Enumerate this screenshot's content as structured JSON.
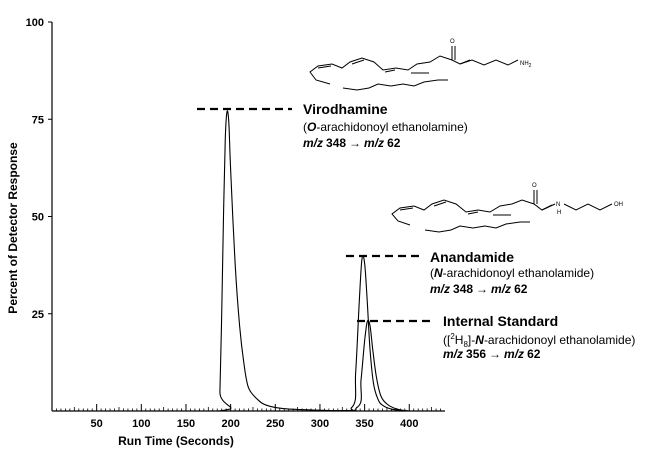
{
  "chart_data": {
    "type": "line",
    "xlabel": "Run Time (Seconds)",
    "ylabel": "Percent of Detector Response",
    "xlim": [
      0,
      440
    ],
    "ylim": [
      0,
      100
    ],
    "x_ticks": [
      50,
      100,
      150,
      200,
      250,
      300,
      350,
      400
    ],
    "y_ticks": [
      25,
      50,
      75,
      100
    ],
    "grid": false,
    "series": [
      {
        "name": "Virodhamine",
        "x": [
          0,
          186,
          188,
          190,
          192,
          194,
          196,
          198,
          200,
          205,
          210,
          215,
          220,
          230,
          240,
          260,
          300,
          340,
          440
        ],
        "y": [
          0,
          0,
          5,
          25,
          50,
          70,
          77,
          74,
          62,
          38,
          22,
          12,
          6,
          3,
          1.5,
          0.6,
          0.2,
          0,
          0
        ]
      },
      {
        "name": "Anandamide",
        "x": [
          0,
          300,
          336,
          340,
          344,
          347,
          350,
          353,
          356,
          360,
          365,
          370,
          380,
          400,
          440
        ],
        "y": [
          0,
          0,
          1,
          10,
          28,
          39,
          38,
          28,
          16,
          7,
          3,
          1.5,
          0.5,
          0,
          0
        ]
      },
      {
        "name": "Internal Standard",
        "x": [
          0,
          300,
          342,
          346,
          350,
          353,
          356,
          359,
          363,
          368,
          375,
          385,
          400,
          440
        ],
        "y": [
          0,
          0,
          1,
          8,
          18,
          23,
          22,
          16,
          9,
          4,
          1.8,
          0.6,
          0,
          0
        ]
      }
    ],
    "annotations": [
      {
        "name": "Virodhamine",
        "sub_open": "(",
        "sub_italic": "O",
        "sub_rest": "-arachidonoyl ethanolamine)",
        "mz_italic": "m/z",
        "mz_from": "348",
        "arrow": "→",
        "mz_italic2": "m/z",
        "mz_to": "62",
        "peak_x": 195,
        "peak_y": 77
      },
      {
        "name": "Anandamide",
        "sub_open": "(",
        "sub_italic": "N",
        "sub_rest": "-arachidonoyl ethanolamide)",
        "mz_italic": "m/z",
        "mz_from": "348",
        "arrow": "→",
        "mz_italic2": "m/z",
        "mz_to": "62",
        "peak_x": 347,
        "peak_y": 39
      },
      {
        "name": "Internal Standard",
        "sub_open": "([",
        "sub_base": "H",
        "sub_pre": "2",
        "sub_post": "8",
        "sub_close": "]-",
        "sub_italic": "N",
        "sub_rest": "-arachidonoyl ethanolamide)",
        "mz_italic": "m/z",
        "mz_from": "356",
        "arrow": "→",
        "mz_italic2": "m/z",
        "mz_to": "62",
        "peak_x": 353,
        "peak_y": 23
      }
    ],
    "structure_labels": {
      "viro_o": "O",
      "viro_nh2": "NH",
      "viro_nh2_sub": "2",
      "ana_o": "O",
      "ana_n": "N",
      "ana_h": "H",
      "ana_oh": "OH"
    }
  }
}
